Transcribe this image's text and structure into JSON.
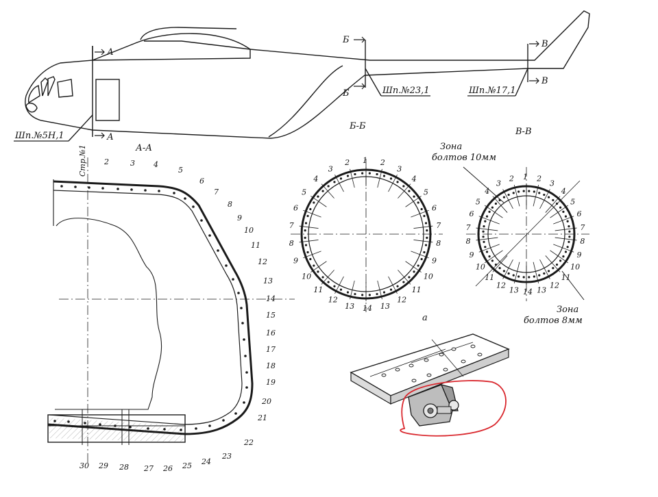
{
  "helicopter": {
    "section_a": "А",
    "section_b": "Б",
    "section_v": "В",
    "frame_5n": "Шп.№5Н,1",
    "frame_23": "Шп.№23,1",
    "frame_17": "Шп.№17,1"
  },
  "section_aa": {
    "title": "А-А",
    "stringer_label": "Стр.№1",
    "numbers": [
      "2",
      "3",
      "4",
      "5",
      "6",
      "7",
      "8",
      "9",
      "10",
      "11",
      "12",
      "13",
      "14",
      "15",
      "16",
      "17",
      "18",
      "19",
      "20",
      "21",
      "22",
      "23",
      "24",
      "25",
      "26",
      "27",
      "28",
      "29",
      "30"
    ]
  },
  "section_bb": {
    "title": "Б-Б",
    "numbers": [
      "1",
      "2",
      "3",
      "4",
      "5",
      "6",
      "7",
      "8",
      "9",
      "10",
      "11",
      "12",
      "13",
      "14",
      "13",
      "12",
      "11",
      "10",
      "9",
      "8",
      "7",
      "6",
      "5",
      "4",
      "3",
      "2"
    ]
  },
  "section_vv": {
    "title": "В-В",
    "zone_top": [
      "Зона",
      "болтов 10мм"
    ],
    "zone_bottom": [
      "Зона",
      "болтов 8мм"
    ],
    "numbers": [
      "1",
      "2",
      "3",
      "4",
      "5",
      "6",
      "7",
      "8",
      "9",
      "10",
      "11",
      "12",
      "13",
      "14",
      "13",
      "12",
      "11",
      "10",
      "9",
      "8",
      "7",
      "6",
      "5",
      "4",
      "3",
      "2"
    ]
  },
  "detail": {
    "label": "а"
  },
  "colors": {
    "ink": "#1a1a1a",
    "highlight": "#d9262c"
  }
}
